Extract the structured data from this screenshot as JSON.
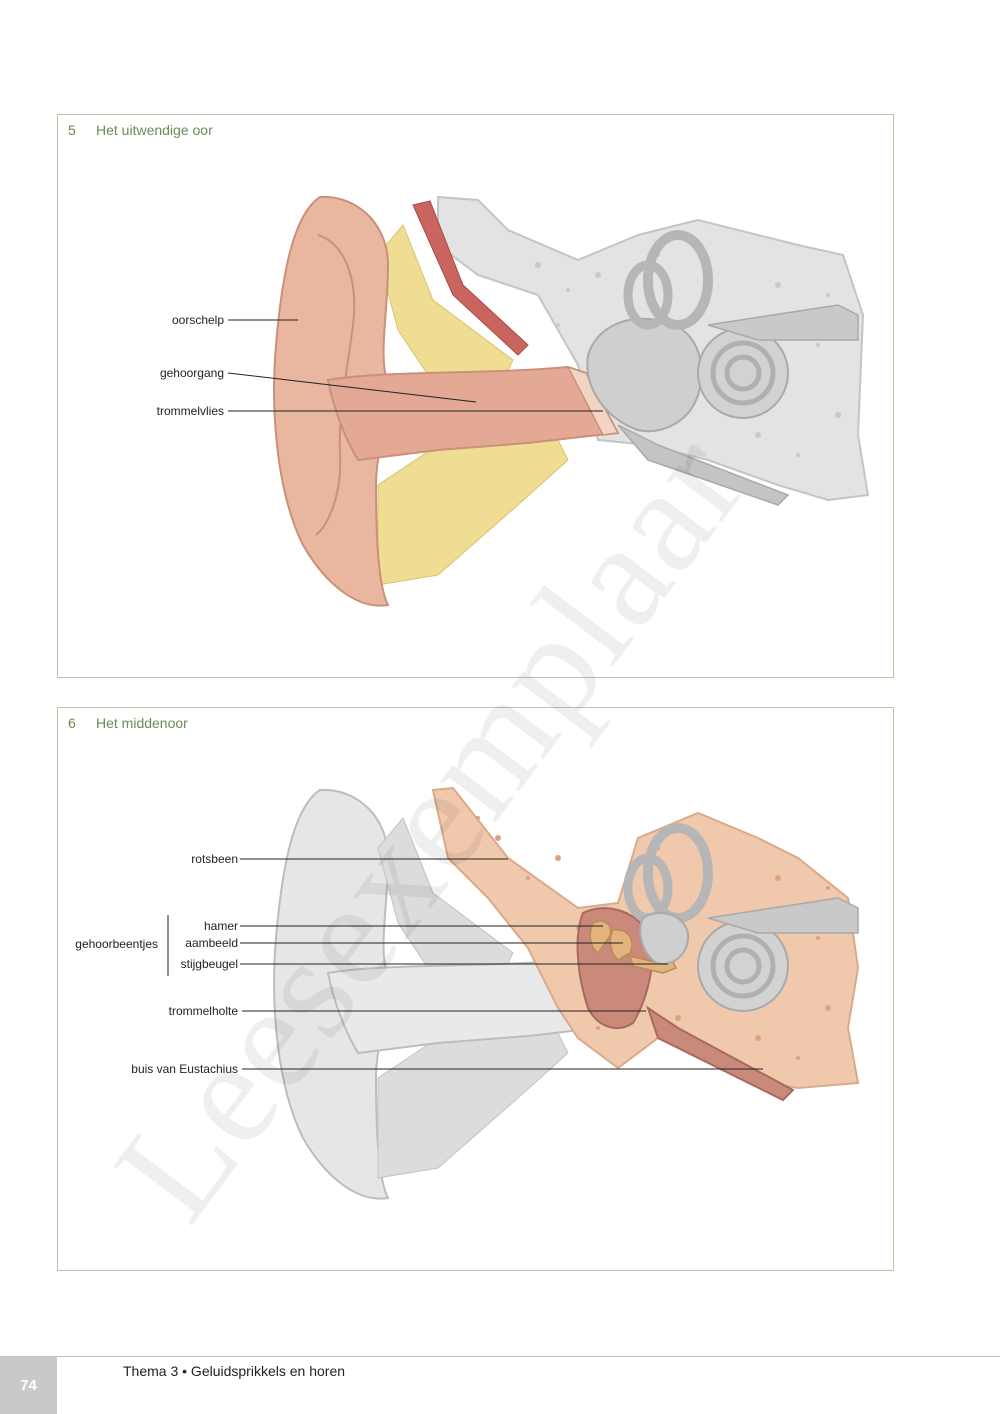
{
  "figures": [
    {
      "number": "5",
      "title": "Het uitwendige oor",
      "labels": [
        "oorschelp",
        "gehoorgang",
        "trommelvlies"
      ]
    },
    {
      "number": "6",
      "title": "Het middenoor",
      "group_label": "gehoorbeentjes",
      "labels": [
        "rotsbeen",
        "hamer",
        "aambeeld",
        "stijgbeugel",
        "trommelholte",
        "buis van Eustachius"
      ]
    }
  ],
  "footer": {
    "page_number": "74",
    "text": "Thema 3 • Geluidsprikkels en horen"
  },
  "watermark": "Leesexemplaar",
  "colors": {
    "accent_green": "#6f8a57",
    "skin": "#e9b7a0",
    "fat": "#eedd92",
    "bone_grey": "#d6d6d6",
    "bone_pink": "#f0c9ad",
    "muscle_red": "#c9655e"
  }
}
